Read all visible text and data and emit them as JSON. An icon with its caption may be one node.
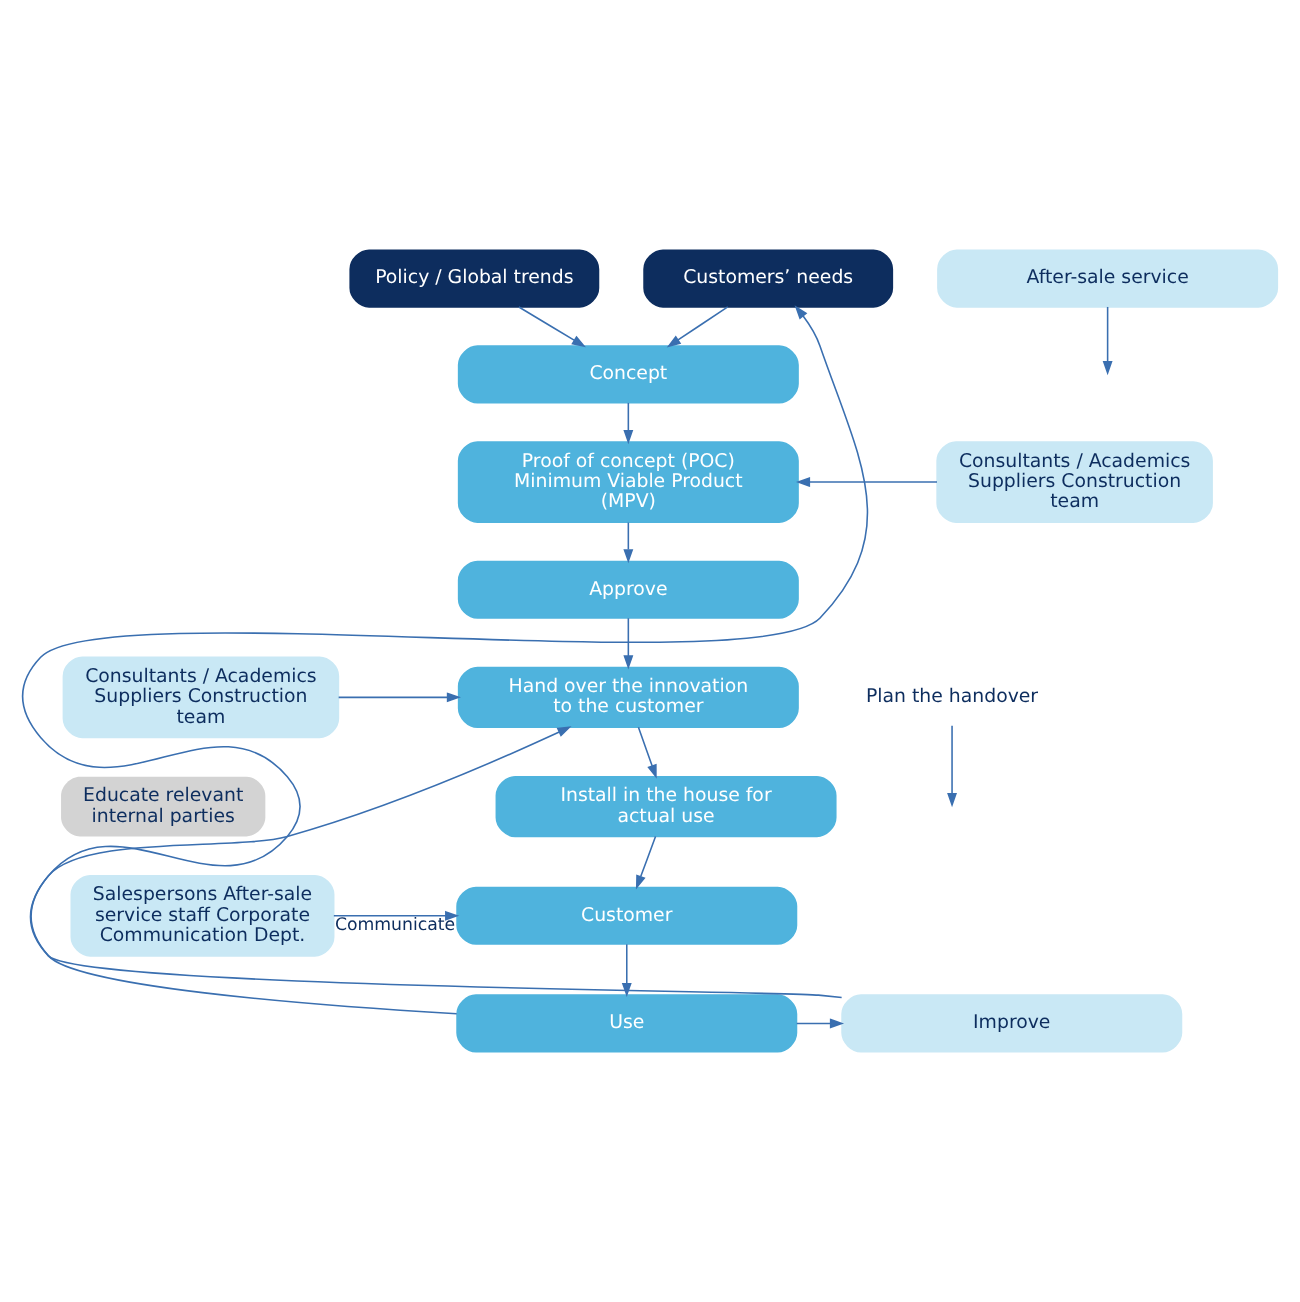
{
  "diagram": {
    "nodes": [
      {
        "text": [
          "Policy / Global trends"
        ]
      },
      {
        "text": [
          "Customers’ needs"
        ]
      },
      {
        "text": [
          "Concept"
        ]
      },
      {
        "text": [
          "Proof of concept (POC)",
          "Minimum Viable Product (MPV)"
        ]
      },
      {
        "text": [
          "Consultants / Academics Suppliers Construction team"
        ]
      },
      {
        "text": [
          "Approve"
        ]
      },
      {
        "text": [
          "Consultants / Academics Suppliers Construction team"
        ]
      },
      {
        "text": [
          "Hand over the innovation to the customer"
        ]
      },
      {
        "text": [
          "Plan the handover"
        ]
      },
      {
        "text": [
          "Install in the house for actual use"
        ]
      },
      {
        "text": [
          "Salespersons After-sale service staff Corporate Communication Dept."
        ]
      },
      {
        "text": [
          "Customer"
        ]
      },
      {
        "text": [
          "Use"
        ]
      },
      {
        "text": [
          "Improve"
        ]
      },
      {
        "text": [
          "After-sale service"
        ]
      }
    ],
    "edges": [
      {
        "from": 0,
        "to": 2,
        "arrow": "to"
      },
      {
        "from": 1,
        "to": 2,
        "arrow": "to"
      },
      {
        "from": 2,
        "to": 3,
        "arrow": "to"
      },
      {
        "from": 4,
        "to": 3,
        "arrow": "to"
      },
      {
        "from": 3,
        "to": 5,
        "arrow": "to"
      },
      {
        "from": 5,
        "to": 7,
        "arrow": "to"
      },
      {
        "from": 6,
        "to": 7,
        "arrow": "to"
      },
      {
        "from": 7,
        "to": 9,
        "arrow": "to"
      },
      {
        "from": 8,
        "to": null,
        "arrow": "to"
      },
      {
        "from": 9,
        "to": 11,
        "arrow": "to"
      },
      {
        "from": 10,
        "to": 11,
        "label": "Communicate",
        "arrow": "to"
      },
      {
        "from": 11,
        "to": 12,
        "arrow": "to"
      },
      {
        "from": 12,
        "to": 13,
        "arrow": "to"
      },
      {
        "from": 12,
        "to": 1,
        "arrow": "to"
      },
      {
        "from": 13,
        "to": 7,
        "arrow": "to"
      },
      {
        "from": 14,
        "to": null,
        "arrow": "to"
      }
    ],
    "labels": [
      "Educate relevant internal parties"
    ]
  }
}
